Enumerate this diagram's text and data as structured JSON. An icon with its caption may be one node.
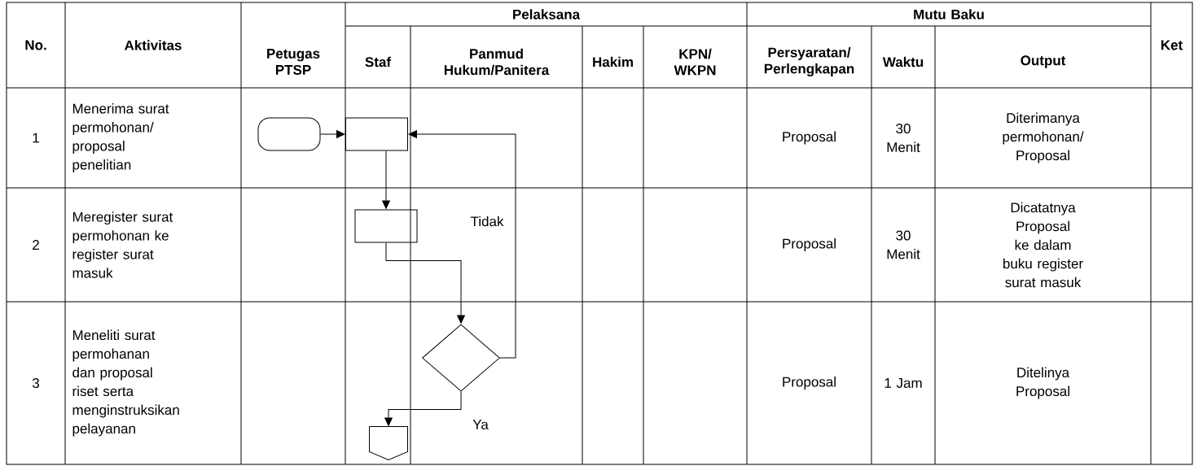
{
  "diagram": {
    "nodes": [
      {
        "text": [],
        "shape": "terminator"
      },
      {
        "text": [],
        "shape": "box"
      },
      {
        "text": [],
        "shape": "box"
      },
      {
        "text": [],
        "shape": "diamond"
      },
      {
        "text": [],
        "shape": "pentagon"
      }
    ],
    "edges": [
      {
        "from": 0,
        "to": 1,
        "arrow": "to"
      },
      {
        "from": 1,
        "to": 2,
        "arrow": "to"
      },
      {
        "from": 2,
        "to": 3,
        "arrow": "to"
      },
      {
        "from": 3,
        "to": 1,
        "arrow": "to",
        "label": "Tidak"
      },
      {
        "from": 3,
        "to": 4,
        "arrow": "to",
        "label": "Ya"
      }
    ],
    "labels": [
      "No.",
      "Aktivitas",
      "Pelaksana",
      "Mutu Baku",
      "Ket",
      "Petugas PTSP",
      "Staf",
      "Panmud Hukum/Panitera",
      "Hakim",
      "KPN/ WKPN",
      "Persyaratan/ Perlengkapan",
      "Waktu",
      "Output",
      "1",
      "Menerima surat permohonan/ proposal penelitian",
      "Proposal",
      "30 Menit",
      "Diterimanya permohonan/ Proposal",
      "2",
      "Meregister surat permohonan ke register surat masuk",
      "Proposal",
      "30 Menit",
      "Dicatatnya Proposal ke dalam buku register surat masuk",
      "3",
      "Meneliti surat permohanan dan proposal riset serta menginstruksikan pelayanan",
      "Proposal",
      "1 Jam",
      "Ditelinya Proposal"
    ]
  }
}
